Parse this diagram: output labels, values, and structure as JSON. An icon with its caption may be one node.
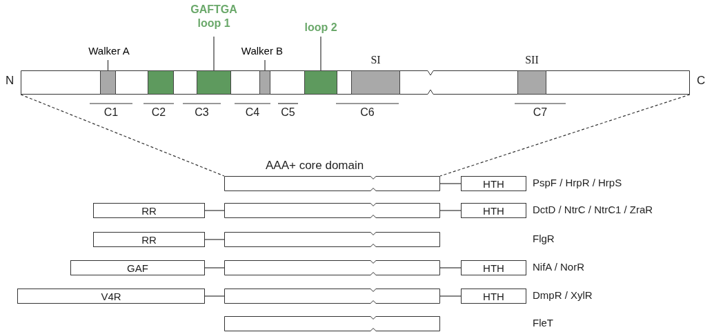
{
  "diagram": {
    "nodes": [
      {
        "text": [],
        "shape": "box",
        "beside": [
          "N",
          "C"
        ]
      },
      {
        "text": [],
        "shape": "box",
        "in": 0
      },
      {
        "text": [],
        "shape": "box",
        "in": 0
      },
      {
        "text": [],
        "shape": "box",
        "in": 0
      },
      {
        "text": [],
        "shape": "box",
        "in": 0
      },
      {
        "text": [],
        "shape": "box",
        "in": 0
      },
      {
        "text": [
          "SI"
        ],
        "in": 0
      },
      {
        "text": [
          "SII"
        ],
        "in": 0
      },
      {
        "text": [
          "Walker A"
        ]
      },
      {
        "text": [
          "GAFTGA loop 1"
        ]
      },
      {
        "text": [
          "Walker B"
        ]
      },
      {
        "text": [
          "loop 2"
        ]
      },
      {
        "text": [
          "AAA+ core domain"
        ]
      },
      {
        "text": [
          "HTH"
        ]
      },
      {
        "text": [
          "RR"
        ]
      },
      {
        "text": [],
        "shape": "box"
      },
      {
        "text": [
          "HTH"
        ]
      },
      {
        "text": [
          "RR"
        ]
      },
      {
        "text": [],
        "shape": "box"
      },
      {
        "text": [
          "GAF"
        ]
      },
      {
        "text": [],
        "shape": "box"
      },
      {
        "text": [
          "HTH"
        ]
      },
      {
        "text": [
          "V4R"
        ]
      },
      {
        "text": [],
        "shape": "box"
      },
      {
        "text": [
          "HTH"
        ]
      },
      {
        "text": [],
        "shape": "box"
      }
    ],
    "edges": [
      {
        "from": 8,
        "to": 1,
        "arrow": "none"
      },
      {
        "from": 9,
        "to": 3,
        "arrow": "none"
      },
      {
        "from": 10,
        "to": 4,
        "arrow": "none"
      },
      {
        "from": 11,
        "to": 5,
        "arrow": "none"
      },
      {
        "from": 0,
        "to": 12,
        "arrow": "none",
        "style": "dashed"
      },
      {
        "from": 0,
        "to": 12,
        "arrow": "none",
        "style": "dashed"
      },
      {
        "from": 12,
        "to": 13,
        "arrow": "none"
      },
      {
        "from": 14,
        "to": 15,
        "arrow": "none"
      },
      {
        "from": 15,
        "to": 16,
        "arrow": "none"
      },
      {
        "from": 17,
        "to": 18,
        "arrow": "none"
      },
      {
        "from": 19,
        "to": 20,
        "arrow": "none"
      },
      {
        "from": 20,
        "to": 21,
        "arrow": "none"
      },
      {
        "from": 22,
        "to": 23,
        "arrow": "none"
      },
      {
        "from": 23,
        "to": 24,
        "arrow": "none"
      }
    ],
    "labels": [
      "C1",
      "C2",
      "C3",
      "C4",
      "C5",
      "C6",
      "C7",
      "PspF / HrpR / HrpS",
      "DctD / NtrC / NtrC1 / ZraR",
      "FlgR",
      "NifA / NorR",
      "DmpR / XylR",
      "FleT"
    ]
  }
}
